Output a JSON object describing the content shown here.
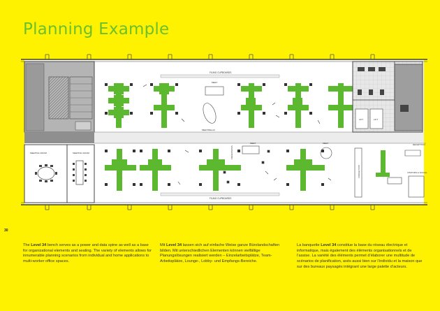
{
  "page": {
    "title": "Planning Example",
    "page_number": "30"
  },
  "floorplan": {
    "corridor_label": "FILING CUPBOARDS",
    "meet": "MEET",
    "meet_relax": "MEET/RELAX",
    "meeting_room": "MEETING ROOM",
    "presentation": "PRESENTATION",
    "coffee_point": "COFFEE POINT",
    "reception": "RECEPTION",
    "visitors_social": "VISITORS & SOCIAL",
    "lift": "LIFT",
    "wc": "WC"
  },
  "columns": [
    {
      "lang": "en",
      "pre": "The ",
      "bold": "Level 34",
      "post": " bench serves as a power and data spine as well as a base for organizational elements and seating. The variety of elements allows for innumerable planning scenarios from individual and home applications to multi-worker office spaces."
    },
    {
      "lang": "de",
      "pre": "Mit ",
      "bold": "Level 34",
      "post": " lassen sich auf einfache Weise ganze Bürolandschaften bilden. Mit unterschiedlichen Elementen können vielfältige Planungslösungen realisiert werden – Einzelarbeitsplätze, Team-Arbeitsplätze, Lounge-, Lobby- und Empfangs-Bereiche."
    },
    {
      "lang": "fr",
      "pre": "La banquette ",
      "bold": "Level 34",
      "post": " constitue la base du réseau électrique et informatique, mais également des éléments organisationnels et de l’assise. La variété des éléments permet d’élaborer une multitude de scénarios de planification, axés aussi bien sur l’individu et la maison que sur des bureaux paysagés intégrant une large palette d’acteurs."
    }
  ],
  "colors": {
    "background": "#fff200",
    "accent_green": "#6cbf2e",
    "desk_green": "#5cb82e",
    "core_gray": "#a8a8a8",
    "wall": "#4a4a4a"
  }
}
